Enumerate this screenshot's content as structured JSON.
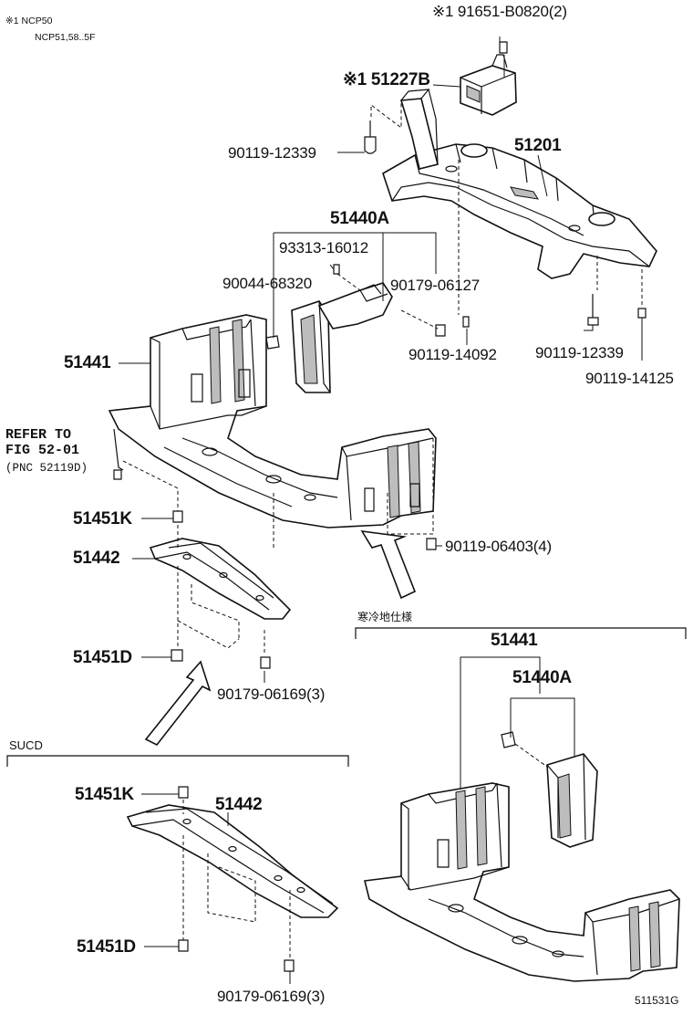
{
  "notes": {
    "mark_line1": "※1 NCP50",
    "mark_line2": "NCP51,58..5F"
  },
  "labels": {
    "p_91651": "※1 91651-B0820(2)",
    "p_51227b": "※1 51227B",
    "p_51201": "51201",
    "p_90119_12339_top": "90119-12339",
    "p_51440a": "51440A",
    "p_93313": "93313-16012",
    "p_90044": "90044-68320",
    "p_90179_06127": "90179-06127",
    "p_90119_14092": "90119-14092",
    "p_90119_12339_right": "90119-12339",
    "p_90119_14125": "90119-14125",
    "p_51441": "51441",
    "ref_line1": "REFER TO",
    "ref_line2": "FIG 52-01",
    "ref_line3": "(PNC 52119D)",
    "p_51451k": "51451K",
    "p_51442": "51442",
    "p_90119_06403": "90119-06403(4)",
    "p_51451d": "51451D",
    "p_90179_06169": "90179-06169(3)",
    "cold_spec": "寒冷地仕様",
    "p_51441_cold": "51441",
    "p_51440a_cold": "51440A",
    "sucd": "SUCD",
    "p_51451k_sucd": "51451K",
    "p_51442_sucd": "51442",
    "p_51451d_sucd": "51451D",
    "p_90179_06169_sucd": "90179-06169(3)",
    "fig_code": "511531G"
  }
}
